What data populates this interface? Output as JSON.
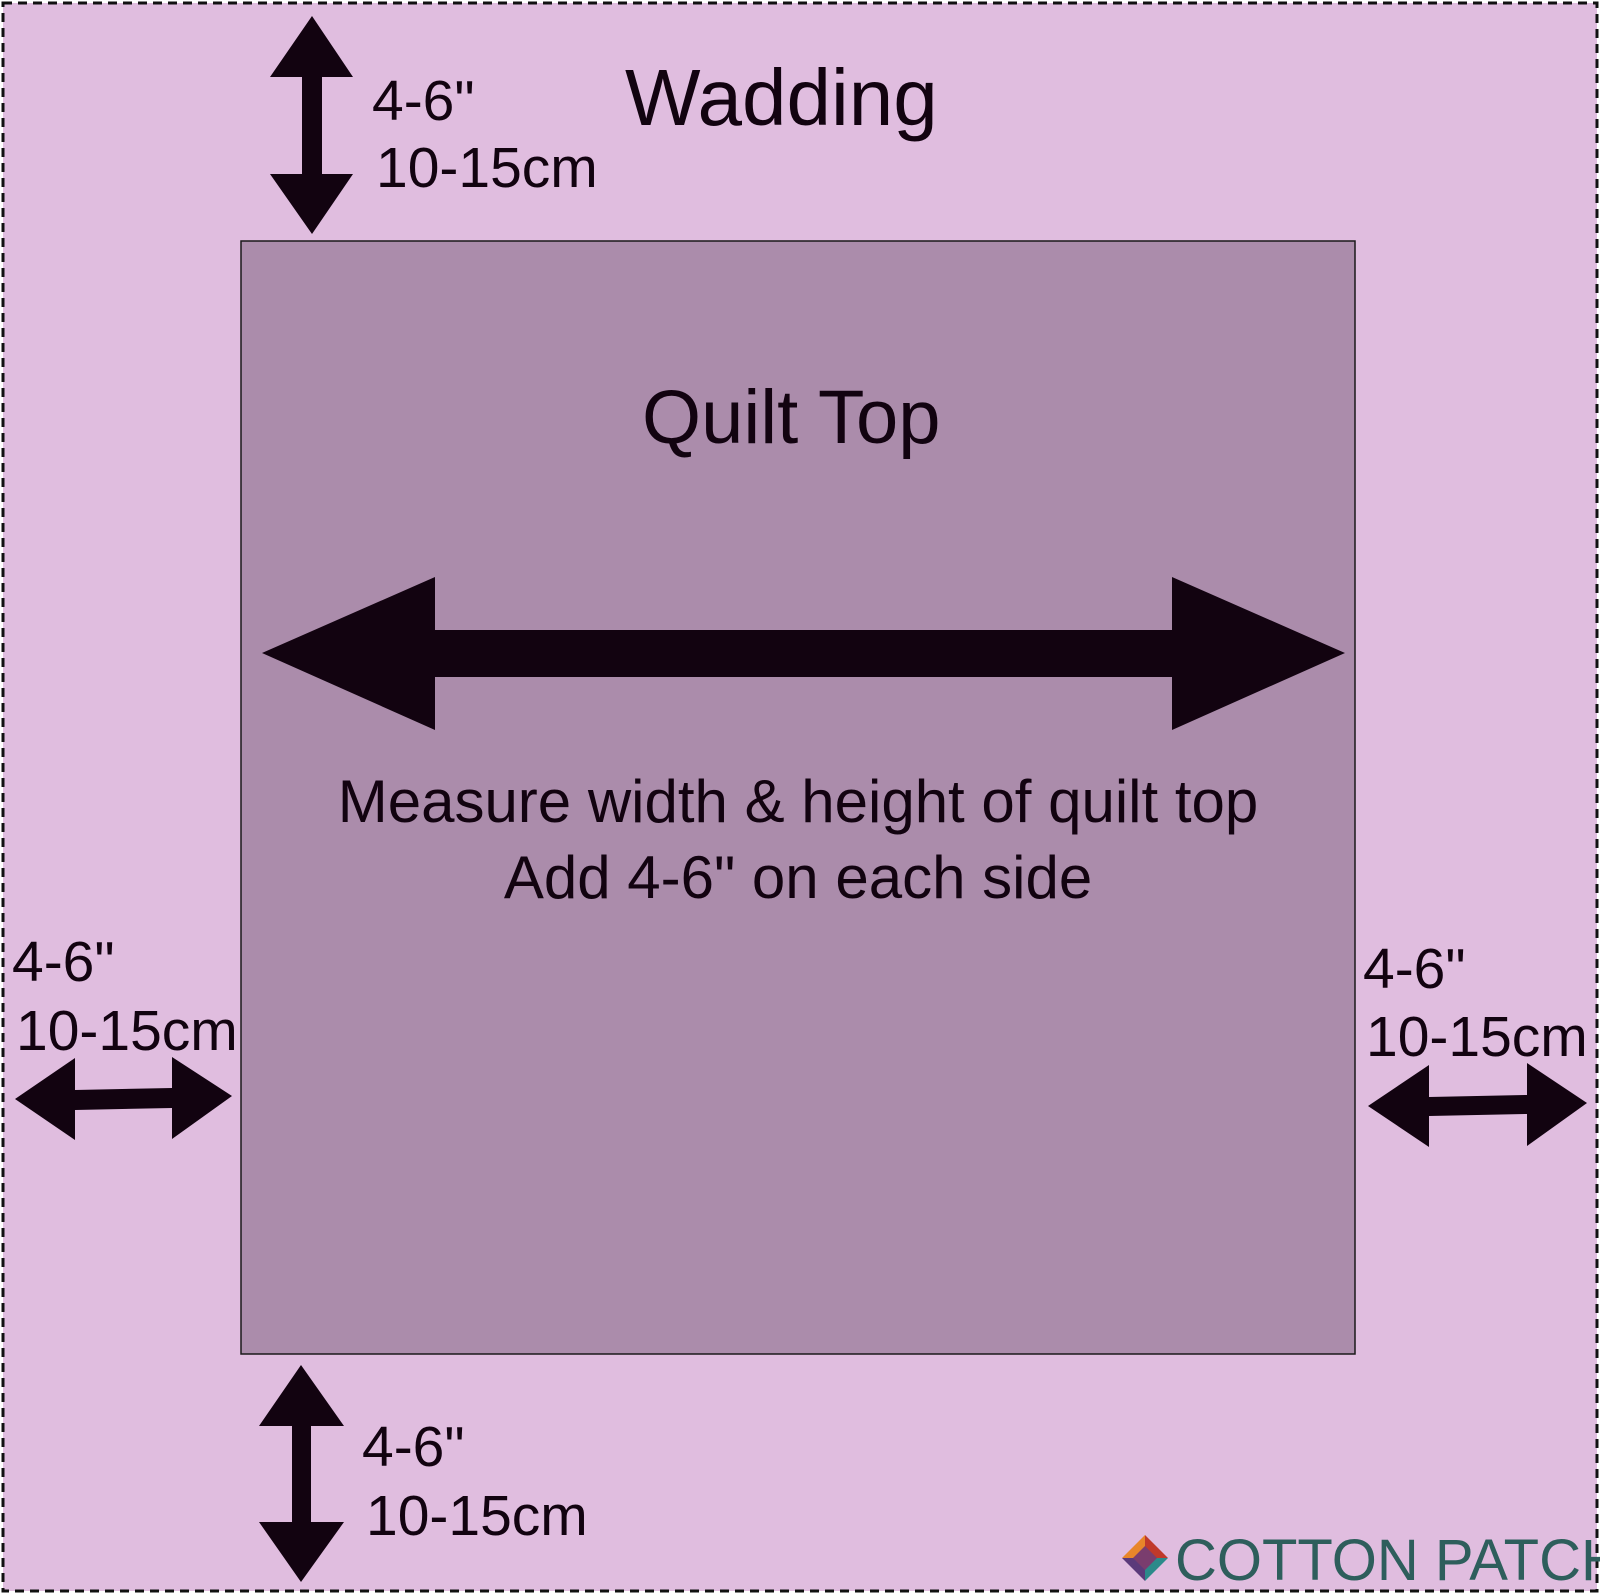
{
  "diagram": {
    "wadding_label": "Wadding",
    "quilt_top_label": "Quilt Top",
    "instruction_line_1": "Measure width & height of quilt top",
    "instruction_line_2": "Add 4-6\" on each side",
    "margins": {
      "top": {
        "inches": "4-6\"",
        "cm": "10-15cm"
      },
      "left": {
        "inches": "4-6\"",
        "cm": "10-15cm"
      },
      "right": {
        "inches": "4-6\"",
        "cm": "10-15cm"
      },
      "bottom": {
        "inches": "4-6\"",
        "cm": "10-15cm"
      }
    },
    "icons": {
      "top": "double-arrow-vertical-icon",
      "left": "double-arrow-horizontal-icon",
      "right": "double-arrow-horizontal-icon",
      "bottom": "double-arrow-vertical-icon",
      "center": "double-arrow-horizontal-icon"
    }
  },
  "logo": {
    "text": "COTTON PATCH",
    "colors": {
      "text": "#2e5e5c",
      "orange": "#e8862a",
      "teal": "#2c8a8a",
      "red": "#c0392b",
      "purple": "#5b3a7a"
    }
  },
  "colors": {
    "wadding": "#e0bddf",
    "quilt_top": "#ab8cab",
    "ink": "#120310"
  }
}
